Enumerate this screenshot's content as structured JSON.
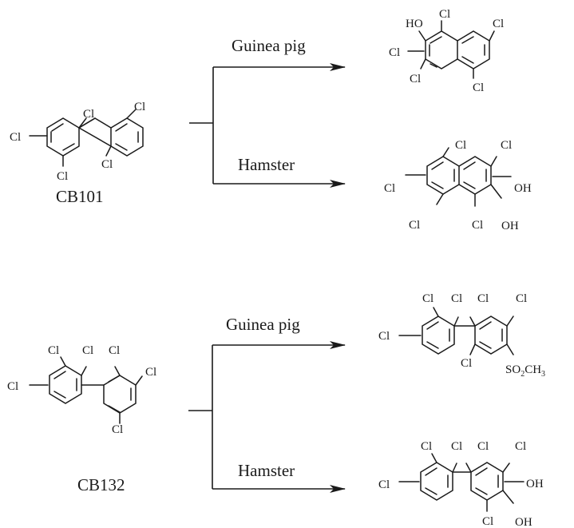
{
  "labels": {
    "cb101": "CB101",
    "cb132": "CB132",
    "guinea_pig": "Guinea pig",
    "hamster": "Hamster"
  },
  "atoms": {
    "cl": "Cl",
    "oh": "OH",
    "ho": "HO",
    "so2ch3": {
      "so": "SO",
      "sub2": "2",
      "ch": "CH",
      "sub3": "3"
    }
  }
}
